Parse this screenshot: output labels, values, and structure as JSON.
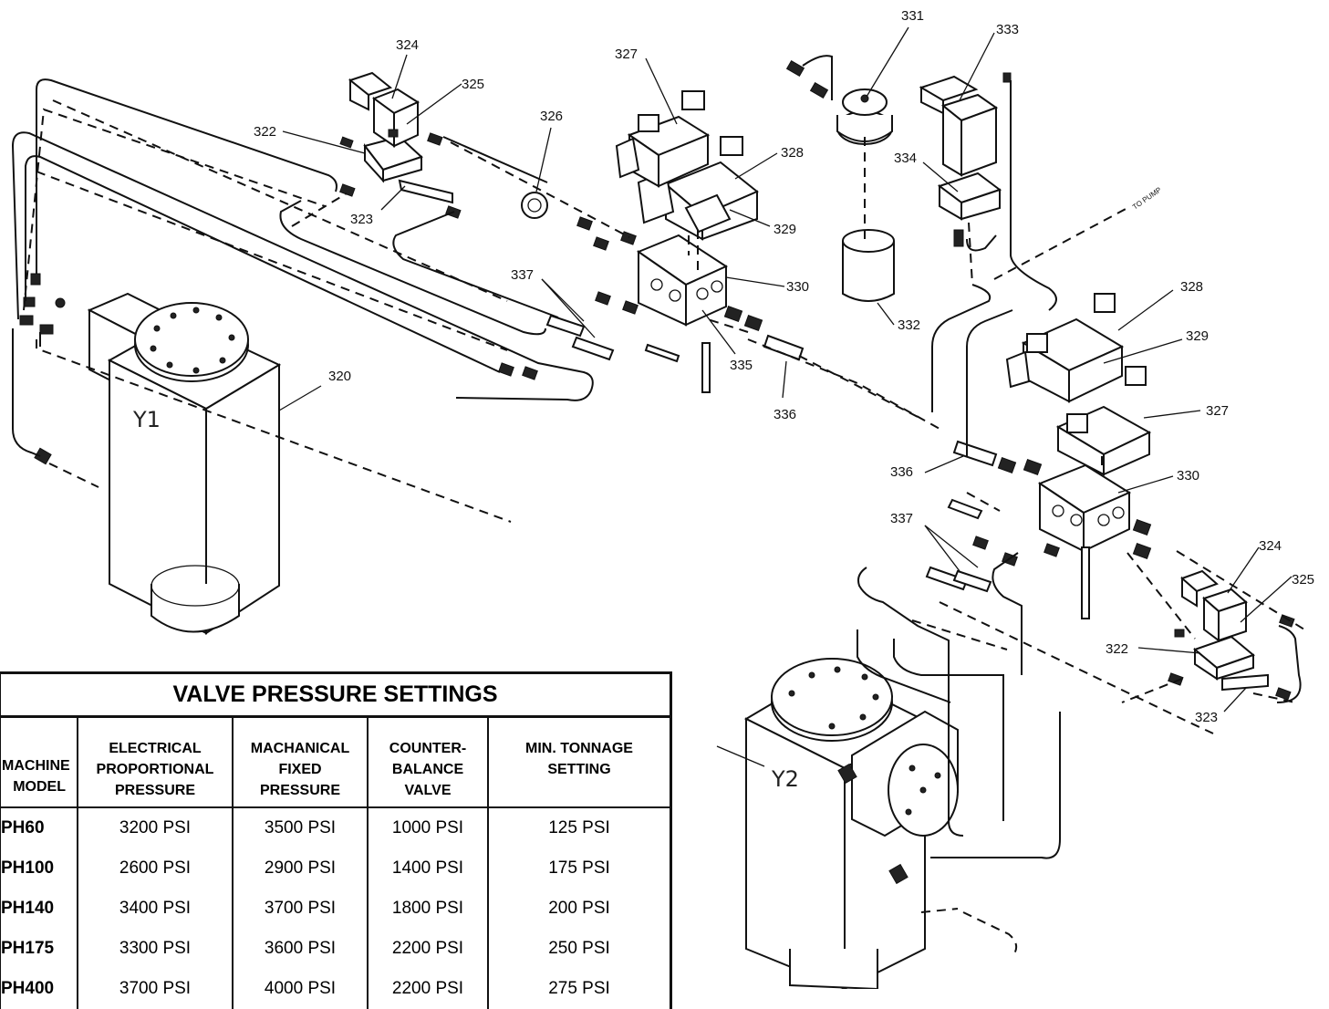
{
  "labels": {
    "l324a": "324",
    "l325a": "325",
    "l322a": "322",
    "l323a": "323",
    "l326": "326",
    "l327a": "327",
    "l328a": "328",
    "l329a": "329",
    "l330a": "330",
    "l337a": "337",
    "l335": "335",
    "l336a": "336",
    "l320": "320",
    "l331": "331",
    "l333": "333",
    "l334": "334",
    "l332": "332",
    "l328b": "328",
    "l329b": "329",
    "l327b": "327",
    "l336b": "336",
    "l330b": "330",
    "l337b": "337",
    "l324b": "324",
    "l325b": "325",
    "l322b": "322",
    "l323b": "323",
    "y1": "Y1",
    "y2": "Y2",
    "to_pump": "TO PUMP"
  },
  "table": {
    "title": "VALVE PRESSURE SETTINGS",
    "headers": [
      "MACHINE\nMODEL",
      "ELECTRICAL\nPROPORTIONAL\nPRESSURE",
      "MACHANICAL\nFIXED\nPRESSURE",
      "COUNTER-\nBALANCE\nVALVE",
      "MIN. TONNAGE\nSETTING"
    ],
    "rows": [
      [
        "PH60",
        "3200 PSI",
        "3500 PSI",
        "1000 PSI",
        "125 PSI"
      ],
      [
        "PH100",
        "2600 PSI",
        "2900 PSI",
        "1400 PSI",
        "175 PSI"
      ],
      [
        "PH140",
        "3400 PSI",
        "3700 PSI",
        "1800 PSI",
        "200 PSI"
      ],
      [
        "PH175",
        "3300 PSI",
        "3600 PSI",
        "2200 PSI",
        "250 PSI"
      ],
      [
        "PH400",
        "3700 PSI",
        "4000 PSI",
        "2200 PSI",
        "275 PSI"
      ]
    ]
  }
}
